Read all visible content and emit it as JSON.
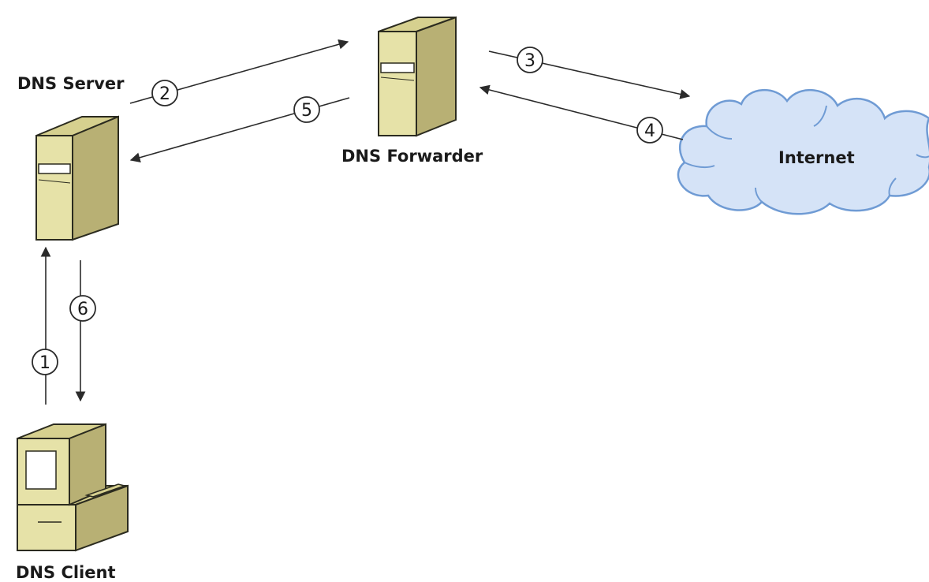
{
  "labels": {
    "dns_server": "DNS Server",
    "dns_forwarder": "DNS Forwarder",
    "internet": "Internet",
    "dns_client": "DNS Client"
  },
  "steps": {
    "s1": "1",
    "s2": "2",
    "s3": "3",
    "s4": "4",
    "s5": "5",
    "s6": "6"
  },
  "colors": {
    "device_front": "#e6e2a8",
    "device_side": "#b8b074",
    "device_top": "#d6d08f",
    "device_stroke": "#2b2b1f",
    "cloud_fill": "#d5e3f7",
    "cloud_stroke": "#6f9bd4",
    "arrow": "#2b2b2b"
  },
  "icons": [
    "server-icon",
    "server-icon",
    "cloud-icon",
    "desktop-computer-icon"
  ]
}
